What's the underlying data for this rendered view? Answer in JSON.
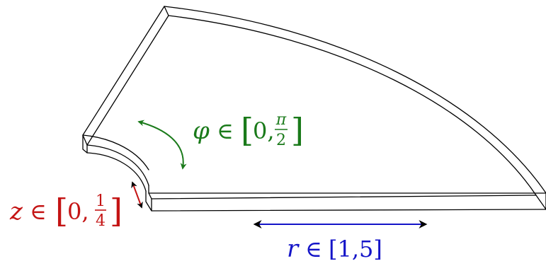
{
  "colors": {
    "outline": "#000000",
    "phi": "#1a7a1a",
    "z": "#c41414",
    "r": "#1414c8"
  },
  "labels": {
    "phi": {
      "variable": "φ",
      "relation": "∈",
      "open_bracket": "[",
      "lower": "0,",
      "frac_num": "π",
      "frac_den": "2",
      "close_bracket": "]"
    },
    "z": {
      "variable": "z",
      "relation": "∈",
      "open_bracket": "[",
      "lower": "0,",
      "frac_num": "1",
      "frac_den": "4",
      "close_bracket": "]"
    },
    "r": {
      "variable": "r",
      "relation": "∈",
      "interval": "[1,5]"
    }
  }
}
